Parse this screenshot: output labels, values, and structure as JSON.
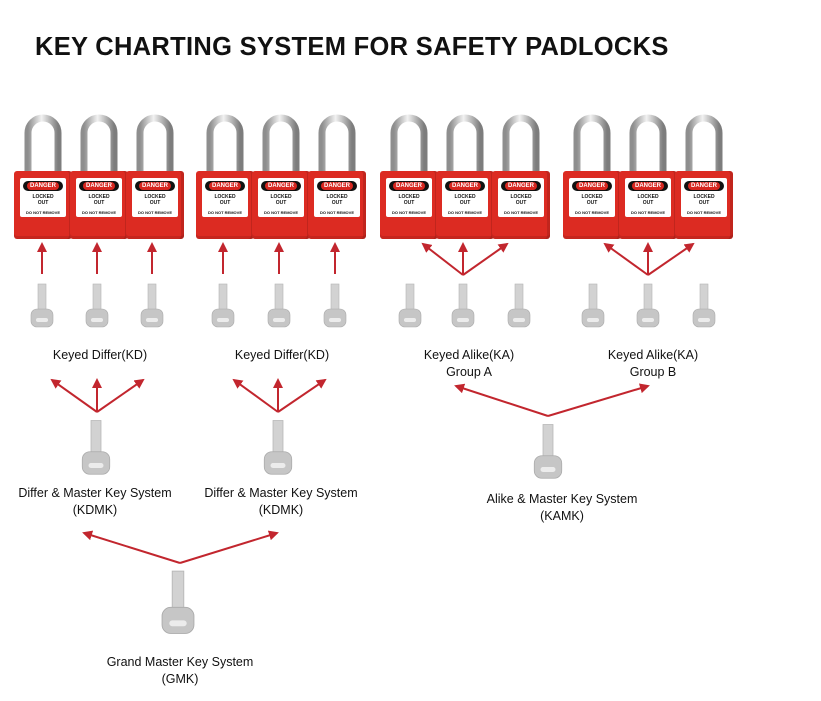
{
  "title": "KEY CHARTING SYSTEM FOR SAFETY PADLOCKS",
  "padlock": {
    "tag_header": "DANGER",
    "tag_line1": "LOCKED",
    "tag_line2": "OUT",
    "tag_line3": "DO NOT REMOVE",
    "body_color": "#dc2b22",
    "count": 12
  },
  "labels": {
    "kd_1": "Keyed Differ(KD)",
    "kd_2": "Keyed Differ(KD)",
    "ka_a_line1": "Keyed Alike(KA)",
    "ka_a_line2": "Group A",
    "ka_b_line1": "Keyed Alike(KA)",
    "ka_b_line2": "Group B",
    "kdmk_1_line1": "Differ & Master Key System",
    "kdmk_1_line2": "(KDMK)",
    "kdmk_2_line1": "Differ & Master Key System",
    "kdmk_2_line2": "(KDMK)",
    "kamk_line1": "Alike & Master Key System",
    "kamk_line2": "(KAMK)",
    "gmk_line1": "Grand Master Key System",
    "gmk_line2": "(GMK)"
  },
  "colors": {
    "arrow": "#c2262e",
    "key": "#c9c9c9",
    "text": "#111111"
  },
  "icons": {
    "padlock": "padlock-icon",
    "key": "key-icon"
  }
}
